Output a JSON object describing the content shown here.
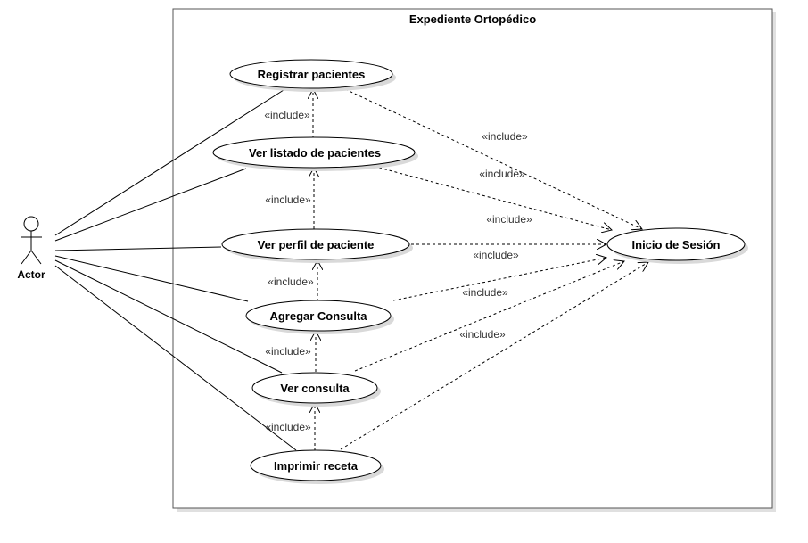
{
  "system": {
    "title": "Expediente Ortopédico"
  },
  "actor": {
    "name": "Actor",
    "icon": "stick-figure-icon"
  },
  "use_cases": {
    "registrar": "Registrar pacientes",
    "listado": "Ver listado de pacientes",
    "perfil": "Ver perfil de paciente",
    "agregar": "Agregar Consulta",
    "ver_consulta": "Ver consulta",
    "imprimir": "Imprimir receta",
    "login": "Inicio de Sesión"
  },
  "relations": {
    "include_label": "«include»"
  },
  "colors": {
    "line": "#000000",
    "shadow": "#d9d9d9",
    "background": "#ffffff"
  }
}
